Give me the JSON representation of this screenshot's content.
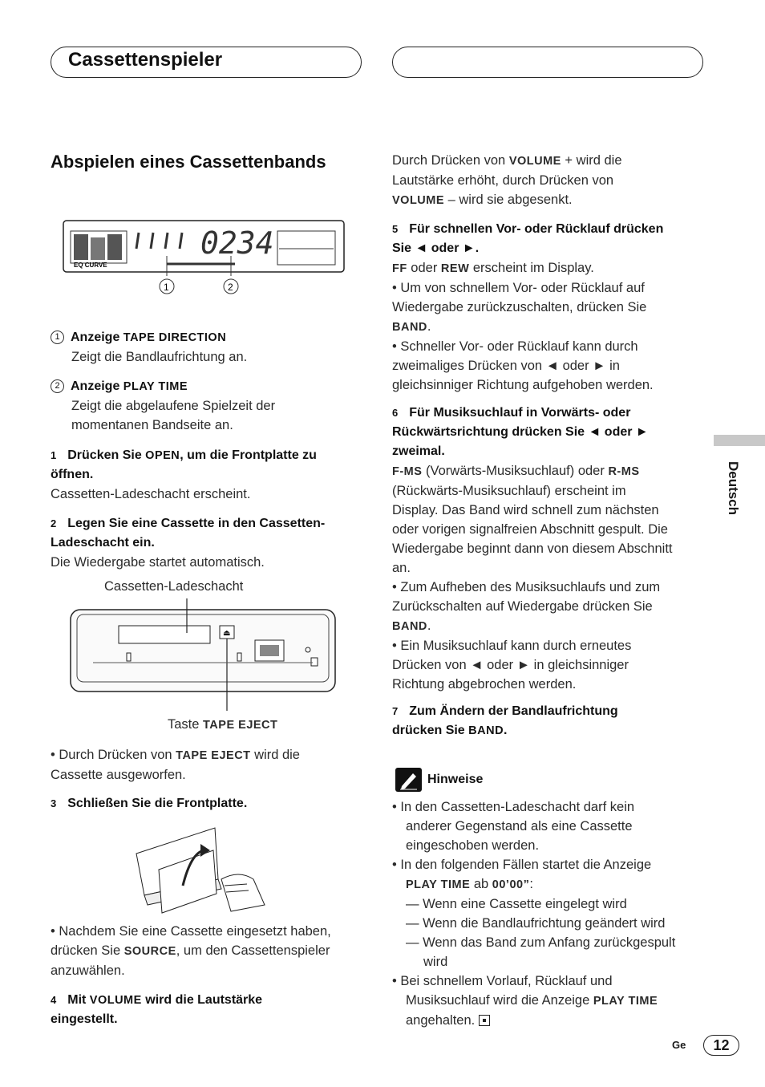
{
  "header": {
    "section_title": "Cassettenspieler"
  },
  "left": {
    "heading": "Abspielen eines Cassettenbands",
    "display_figure": {
      "digits": "0234",
      "eq_label": "EQ CURVE",
      "callout_1": "1",
      "callout_2": "2"
    },
    "item1_num": "1",
    "item1_title_pre": "Anzeige ",
    "item1_title_sc": "TAPE DIRECTION",
    "item1_desc": "Zeigt die Bandlaufrichtung an.",
    "item2_num": "2",
    "item2_title_pre": "Anzeige ",
    "item2_title_sc": "PLAY TIME",
    "item2_desc_l1": "Zeigt die abgelaufene Spielzeit der",
    "item2_desc_l2": "momentanen Bandseite an.",
    "step1_num": "1",
    "step1_pre": "Drücken Sie ",
    "step1_sc": "OPEN",
    "step1_post": ", um die Frontplatte zu",
    "step1_l2": "öffnen.",
    "step1_body": "Cassetten-Ladeschacht erscheint.",
    "step2_num": "2",
    "step2_l1": "Legen Sie eine Cassette in den Cassetten-",
    "step2_l2": "Ladeschacht ein.",
    "step2_body": "Die Wiedergabe startet automatisch.",
    "fig2_label_top": "Cassetten-Ladeschacht",
    "fig2_label_bottom_pre": "Taste ",
    "fig2_label_bottom_sc": "TAPE EJECT",
    "bullet_eject_pre": "• Durch Drücken von ",
    "bullet_eject_sc": "TAPE EJECT",
    "bullet_eject_post": " wird die",
    "bullet_eject_l2": "Cassette ausgeworfen.",
    "step3_num": "3",
    "step3_text": "Schließen Sie die Frontplatte.",
    "bullet_source_l1": "• Nachdem Sie eine Cassette eingesetzt haben,",
    "bullet_source_pre": "drücken Sie ",
    "bullet_source_sc": "SOURCE",
    "bullet_source_post": ", um den Cassettenspieler",
    "bullet_source_l3": "anzuwählen.",
    "step4_num": "4",
    "step4_pre": "Mit ",
    "step4_sc": "VOLUME",
    "step4_post": " wird die Lautstärke",
    "step4_l2": "eingestellt."
  },
  "right": {
    "vol_pre": "Durch Drücken von ",
    "vol_sc1": "VOLUME",
    "vol_mid": " + wird die",
    "vol_l2": "Lautstärke erhöht, durch Drücken von",
    "vol_sc2": "VOLUME",
    "vol_post": " – wird sie abgesenkt.",
    "step5_num": "5",
    "step5_l1": "Für schnellen Vor- oder Rücklauf drücken",
    "step5_l2": "Sie ◄ oder ►.",
    "step5_sc1": "FF",
    "step5_mid": " oder ",
    "step5_sc2": "REW",
    "step5_post": " erscheint im Display.",
    "step5_b1_l1": "• Um von schnellem Vor- oder Rücklauf auf",
    "step5_b1_l2": "Wiedergabe zurückzuschalten, drücken Sie",
    "step5_b1_sc": "BAND",
    "step5_b2_l1": "• Schneller Vor- oder Rücklauf kann durch",
    "step5_b2_l2": "zweimaliges Drücken von ◄ oder ► in",
    "step5_b2_l3": "gleichsinniger Richtung aufgehoben werden.",
    "step6_num": "6",
    "step6_l1": "Für Musiksuchlauf in Vorwärts- oder",
    "step6_l2": "Rückwärtsrichtung drücken Sie ◄ oder ►",
    "step6_l3": "zweimal.",
    "step6_sc1": "F-MS",
    "step6_mid": " (Vorwärts-Musiksuchlauf) oder ",
    "step6_sc2": "R-MS",
    "step6_body_l2": "(Rückwärts-Musiksuchlauf) erscheint im",
    "step6_body_l3": "Display. Das Band wird schnell zum nächsten",
    "step6_body_l4": "oder vorigen signalfreien Abschnitt gespult. Die",
    "step6_body_l5": "Wiedergabe beginnt dann von diesem Abschnitt",
    "step6_body_l6": "an.",
    "step6_b1_l1": "• Zum Aufheben des Musiksuchlaufs und zum",
    "step6_b1_l2": "Zurückschalten auf Wiedergabe drücken Sie",
    "step6_b1_sc": "BAND",
    "step6_b2_l1": "• Ein Musiksuchlauf kann durch erneutes",
    "step6_b2_l2": "Drücken von ◄ oder ► in gleichsinniger",
    "step6_b2_l3": "Richtung abgebrochen werden.",
    "step7_num": "7",
    "step7_l1": "Zum Ändern der Bandlaufrichtung",
    "step7_pre": "drücken Sie ",
    "step7_sc": "BAND",
    "notes_title": "Hinweise",
    "note1_l1": "• In den Cassetten-Ladeschacht darf kein",
    "note1_l2": "anderer Gegenstand als eine Cassette",
    "note1_l3": "eingeschoben werden.",
    "note2_l1": "• In den folgenden Fällen startet die Anzeige",
    "note2_sc": "PLAY TIME",
    "note2_mid": " ab ",
    "note2_val": "00’00”",
    "note2_d1": "— Wenn eine Cassette eingelegt wird",
    "note2_d2": "— Wenn die Bandlaufrichtung geändert wird",
    "note2_d3_l1": "— Wenn das Band zum Anfang zurückgespult",
    "note2_d3_l2": "wird",
    "note3_l1": "• Bei schnellem Vorlauf, Rücklauf und",
    "note3_pre": "Musiksuchlauf wird die Anzeige ",
    "note3_sc": "PLAY TIME",
    "note3_l3": "angehalten."
  },
  "sidebar": {
    "language": "Deutsch"
  },
  "footer": {
    "lang_code": "Ge",
    "page_number": "12"
  }
}
